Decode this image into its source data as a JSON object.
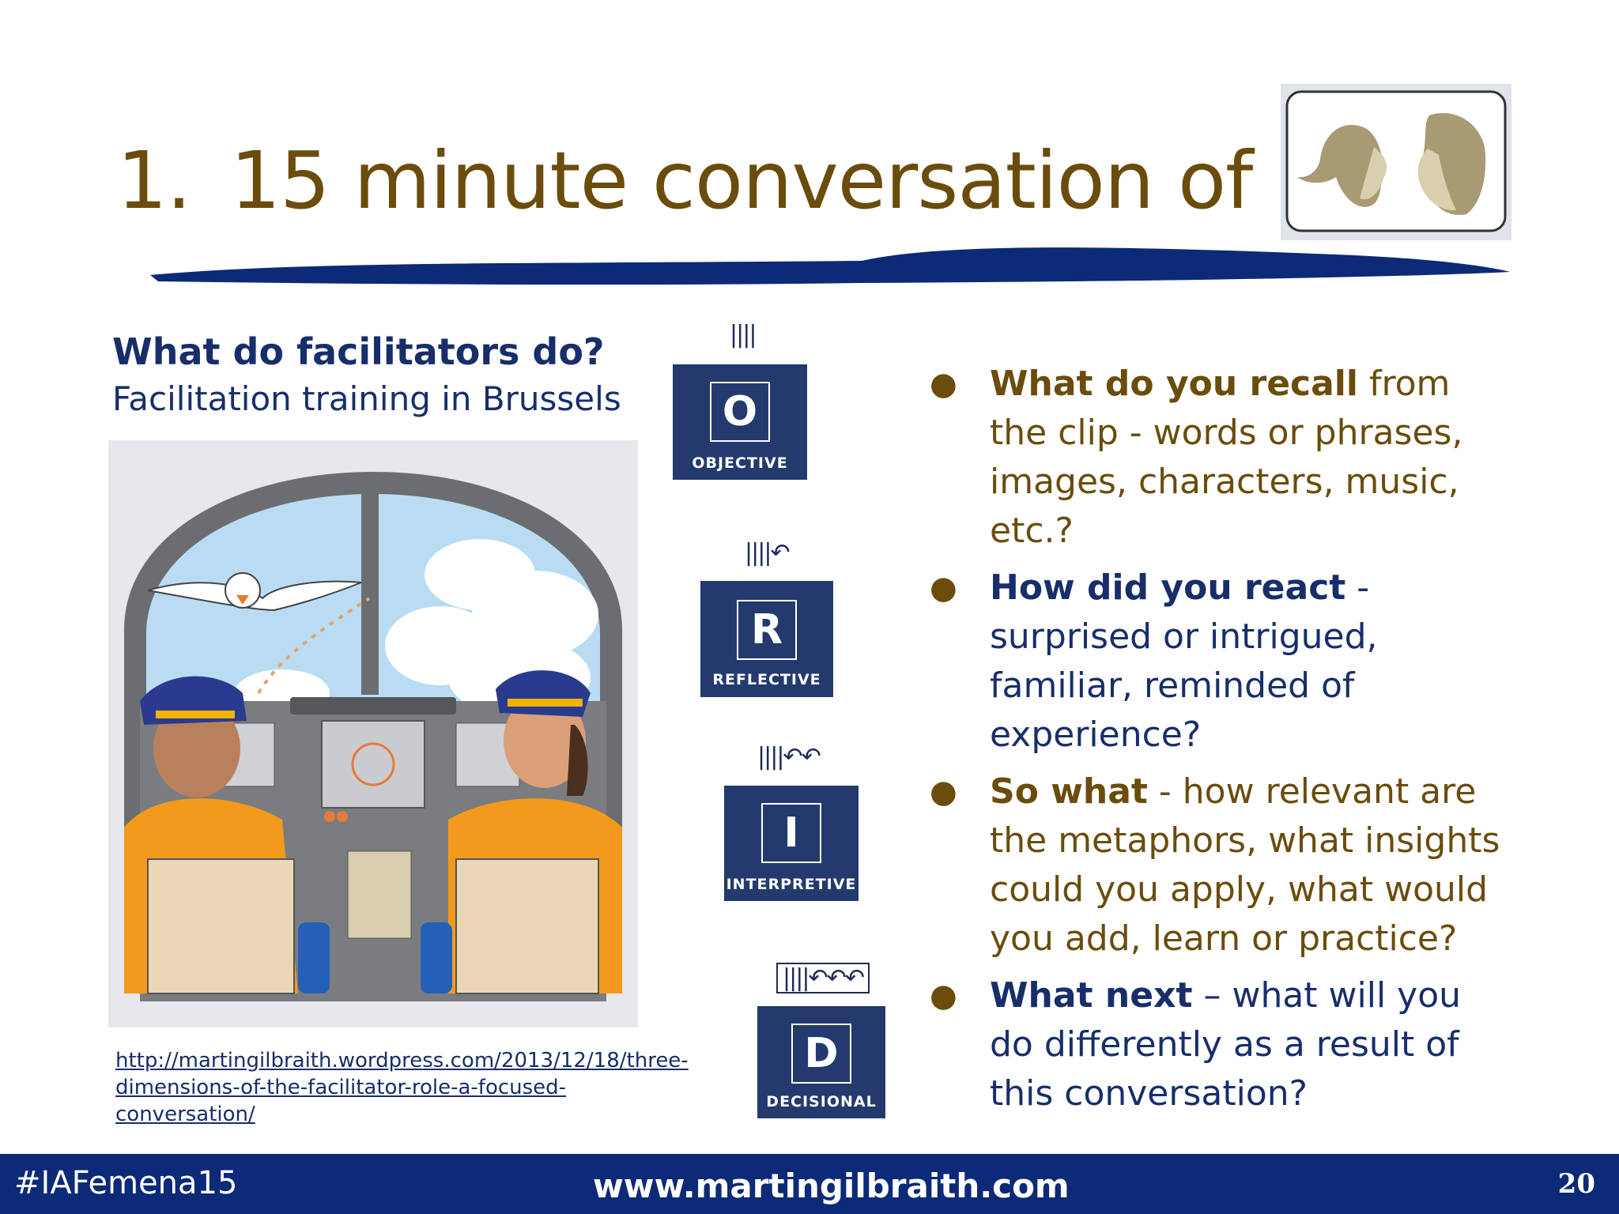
{
  "slide": {
    "title_number": "1.",
    "title_text": "15 minute conversation of 6-18"
  },
  "left": {
    "heading": "What do facilitators do?",
    "subheading": "Facilitation training in Brussels",
    "link": "http://martingilbraith.wordpress.com/2013/12/18/three-dimensions-of-the-facilitator-role-a-focused-conversation/"
  },
  "orid": [
    {
      "letter": "O",
      "label": "OBJECTIVE",
      "mark": "||||"
    },
    {
      "letter": "R",
      "label": "REFLECTIVE",
      "mark": "||||↶"
    },
    {
      "letter": "I",
      "label": "INTERPRETIVE",
      "mark": "||||↶↶"
    },
    {
      "letter": "D",
      "label": "DECISIONAL",
      "mark": "||||↶↶↶"
    }
  ],
  "bullets": [
    {
      "bold": "What do you recall",
      "rest": " from the clip - words or phrases, images, characters, music, etc.?",
      "color": "gold"
    },
    {
      "bold": "How did you react",
      "rest": " - surprised or intrigued, familiar, reminded of experience?",
      "color": "navy"
    },
    {
      "bold": "So what",
      "rest": " - how relevant are the metaphors, what insights could you apply, what would you add, learn or practice?",
      "color": "gold"
    },
    {
      "bold": "What next",
      "rest": " – what will you do differently as a result of this conversation?",
      "color": "navy"
    }
  ],
  "footer": {
    "hashtag": "#IAFemena15",
    "website": "www.martingilbraith.com",
    "page_number": "20"
  },
  "colors": {
    "title_gold": "#6b4c0c",
    "navy": "#182e6b",
    "card_blue": "#243a6e",
    "footer_blue": "#0c2a78"
  },
  "icons": {
    "people": "two-faces-talking-icon",
    "cockpit": "cockpit-pilots-illustration"
  }
}
